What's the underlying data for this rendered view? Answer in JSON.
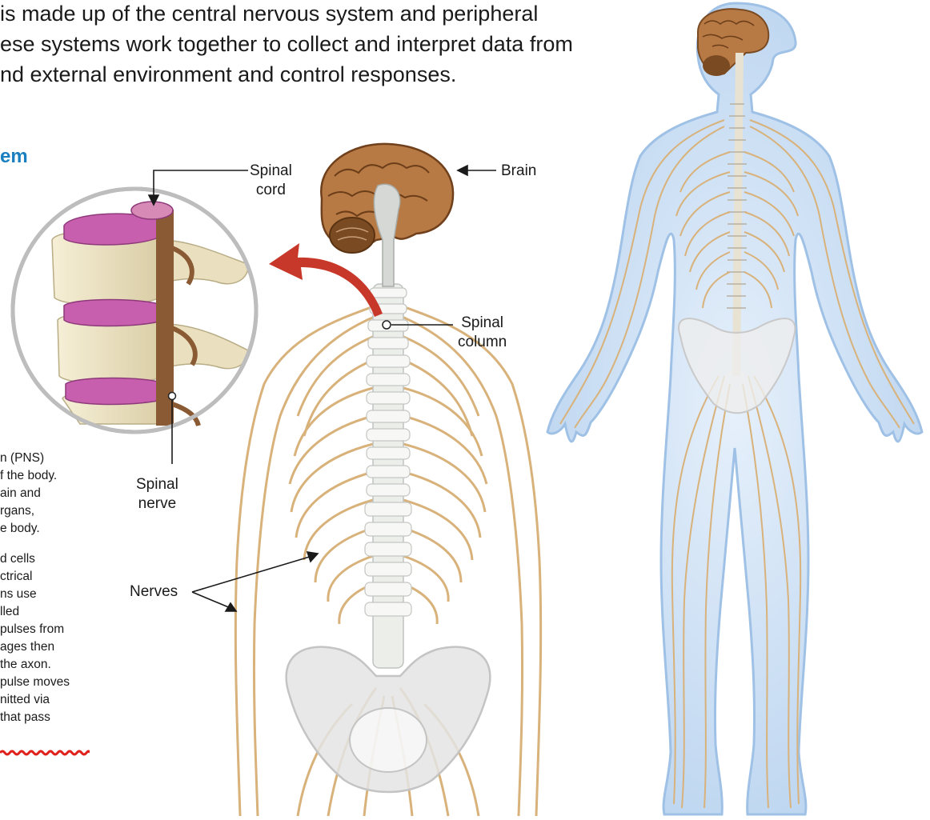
{
  "intro": {
    "lines": [
      "is made up of the central nervous system and peripheral",
      "ese systems work together to collect and interpret data from",
      "nd external environment and control responses."
    ]
  },
  "section_heading": "em",
  "body_lines": [
    "n (PNS)",
    "f the body.",
    "ain and",
    "rgans,",
    "e body.",
    "",
    "d cells",
    "ctrical",
    "ns use",
    "lled",
    "pulses from",
    "ages then",
    "the axon.",
    "pulse moves",
    "nitted via",
    "that pass"
  ],
  "labels": {
    "spinal_cord": [
      "Spinal",
      "cord"
    ],
    "brain": "Brain",
    "spinal_column": [
      "Spinal",
      "column"
    ],
    "spinal_nerve": [
      "Spinal",
      "nerve"
    ],
    "nerves": "Nerves"
  },
  "colors": {
    "heading_blue": "#1a7fc0",
    "nerve": "#d8b27a",
    "brain": "#b87a45",
    "vertebra": "#ece3c6",
    "disc": "#c85fae",
    "arrow_red": "#c8382a",
    "body_fill": "#c7dcf2",
    "pelvis": "#dcdcdc"
  }
}
